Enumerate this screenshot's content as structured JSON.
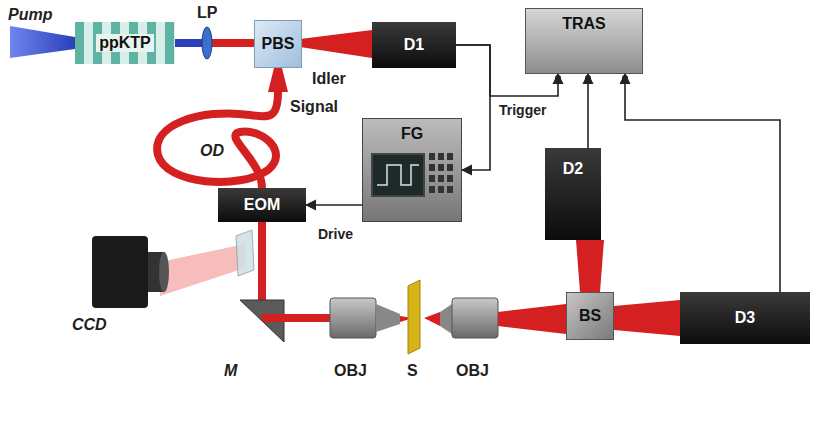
{
  "diagram": {
    "nodes": [
      {
        "text": [
          "ppKTP"
        ]
      },
      {
        "text": [
          "PBS"
        ]
      },
      {
        "text": [
          "D1"
        ]
      },
      {
        "text": [
          "TRAS"
        ]
      },
      {
        "text": [
          "FG"
        ]
      },
      {
        "text": [
          "EOM"
        ]
      },
      {
        "text": [
          "D2"
        ]
      },
      {
        "text": [
          "BS"
        ]
      },
      {
        "text": [
          "D3"
        ]
      }
    ],
    "edges": [
      {
        "from": 2,
        "to": 3,
        "label": "Trigger",
        "arrow": "to"
      },
      {
        "from": 2,
        "to": 4,
        "arrow": "to"
      },
      {
        "from": 4,
        "to": 5,
        "label": "Drive",
        "arrow": "to"
      },
      {
        "from": 6,
        "to": 3,
        "arrow": "to"
      },
      {
        "from": 8,
        "to": 3,
        "arrow": "to"
      }
    ],
    "labels": [
      "Pump",
      "LP",
      "Idler",
      "Signal",
      "OD",
      "CCD",
      "M",
      "OBJ",
      "S",
      "OBJ"
    ]
  }
}
